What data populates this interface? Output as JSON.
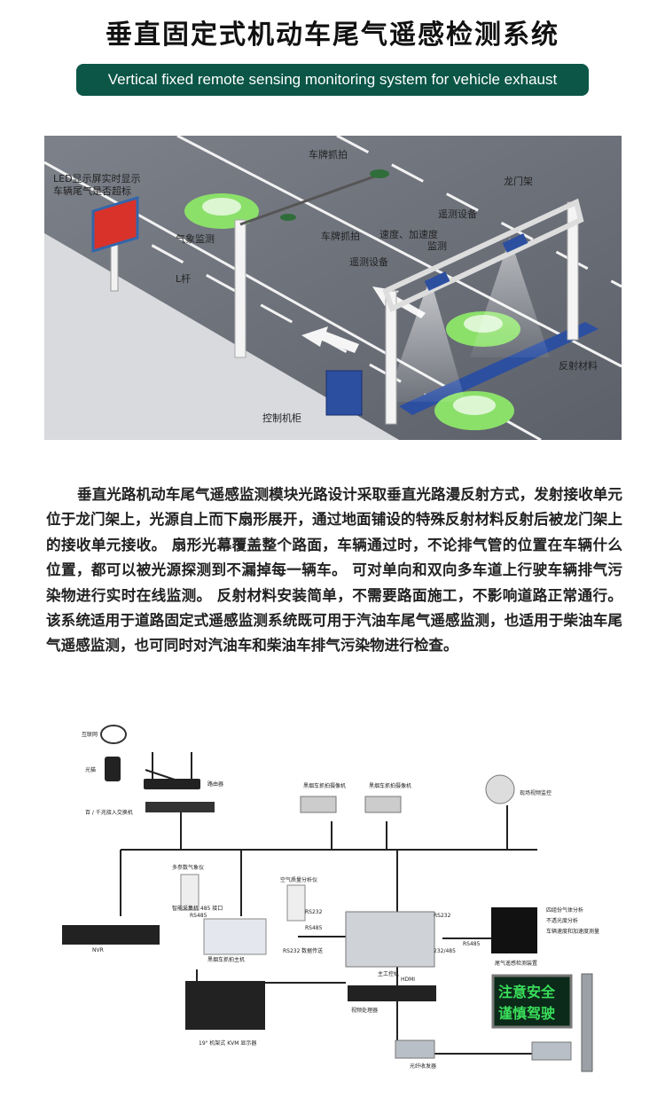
{
  "title": "垂直固定式机动车尾气遥感检测系统",
  "subtitle": "Vertical fixed remote sensing monitoring system for vehicle exhaust",
  "scene_labels": {
    "led": "LED显示屏实时显示",
    "led2": "车辆尾气是否超标",
    "plate1": "车牌抓拍",
    "plate2": "车牌抓拍",
    "weather": "气象监测",
    "speed": "速度、加速度",
    "speed2": "监测",
    "sensor1": "遥测设备",
    "sensor2": "遥测设备",
    "gantry": "龙门架",
    "lpole": "L杆",
    "cabinet": "控制机柜",
    "reflect": "反射材料"
  },
  "paragraph": "垂直光路机动车尾气遥感监测模块光路设计采取垂直光路漫反射方式，发射接收单元位于龙门架上，光源自上而下扇形展开，通过地面铺设的特殊反射材料反射后被龙门架上的接收单元接收。 扇形光幕覆盖整个路面，车辆通过时，不论排气管的位置在车辆什么位置，都可以被光源探测到不漏掉每一辆车。 可对单向和双向多车道上行驶车辆排气污染物进行实时在线监测。 反射材料安装简单，不需要路面施工，不影响道路正常通行。 该系统适用于道路固定式遥感监测系统既可用于汽油车尾气遥感监测，也适用于柴油车尾气遥感监测，也可同时对汽油车和柴油车排气污染物进行检查。",
  "network": {
    "internet": "互联网",
    "modem": "光猫",
    "router": "路由器",
    "switch": "百 / 千兆接入交换机",
    "cam1": "黑烟车抓拍摄像机",
    "cam2": "黑烟车抓拍摄像机",
    "dome": "现场视频监控",
    "weather": "多参数气象仪",
    "weather_sub": "智能采集机 485 接口",
    "rs485a": "RS485",
    "black_host": "黑烟车抓拍主机",
    "nvr": "NVR",
    "air": "空气质量分析仪",
    "rs232a": "RS232",
    "rs485b": "RS485",
    "rs232b": "RS232",
    "rs232_485": "232/485",
    "rs232c": "RS232",
    "data": "数据传送",
    "ipc": "主工控机",
    "hdmi": "HDMI",
    "rs485c": "RS485",
    "detector": "尾气遥感检测装置",
    "det1": "四组份气体分析",
    "det2": "不透光度分析",
    "det3": "车辆速度和加速度测量",
    "video": "视频处理器",
    "kvm": "19\" 机架式 KVM 显示器",
    "fiber": "光纤收发器",
    "sign1": "注意安全",
    "sign2": "谨慎驾驶"
  }
}
